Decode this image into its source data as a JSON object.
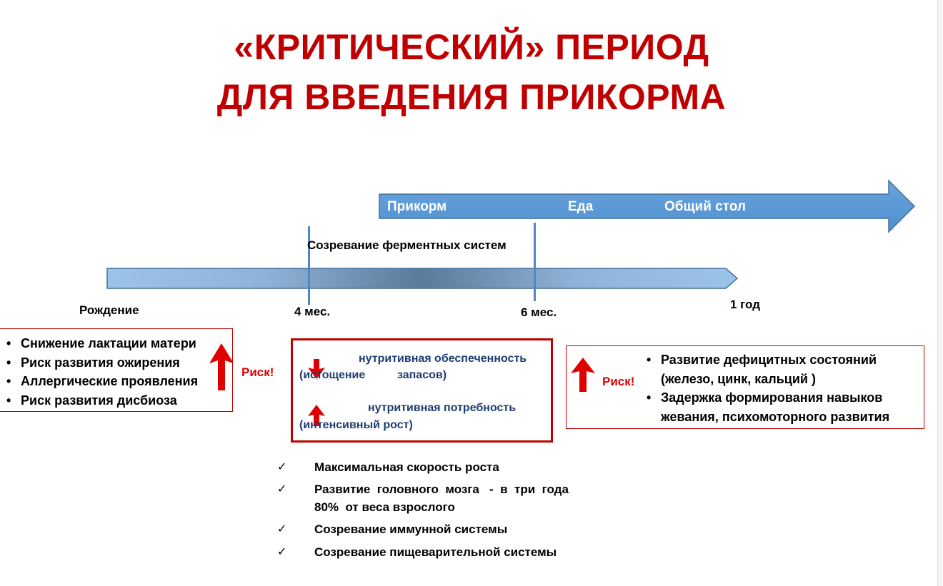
{
  "title": {
    "line1": "«КРИТИЧЕСКИЙ» ПЕРИОД",
    "line2": "ДЛЯ ВВЕДЕНИЯ ПРИКОРМА"
  },
  "feeding_arrow": {
    "labels": [
      "Прикорм",
      "Еда",
      "Общий стол"
    ],
    "color": "#5b9bd5"
  },
  "timeline": {
    "maturation_label": "Созревание ферментных систем",
    "marks": [
      "Рождение",
      "4 мес.",
      "6 мес.",
      "1 год"
    ]
  },
  "left_box": {
    "items": [
      "Снижение лактации матери",
      "Риск развития ожирения",
      "Аллергические проявления",
      "Риск развития дисбиоза"
    ],
    "risk_label": "Риск!"
  },
  "center_box": {
    "down_line1": "нутритивная обеспеченность",
    "down_line2a": "(истощение",
    "down_line2b": "запасов)",
    "up_line1": "нутритивная потребность",
    "up_line2": "(интенсивный рост)"
  },
  "right_box": {
    "risk_label": "Риск!",
    "items": [
      [
        "Развитие дефицитных состояний",
        "(железо, цинк, кальций )"
      ],
      [
        "Задержка формирования навыков",
        "жевания,  психомоторного развития"
      ]
    ]
  },
  "checklist": {
    "mark": "✓",
    "items": [
      [
        "Максимальная скорость роста"
      ],
      [
        "Развитие  головного  мозга   -  в  три  года",
        "80%  от веса взрослого"
      ],
      [
        "Созревание иммунной системы"
      ],
      [
        "Созревание пищеварительной системы"
      ]
    ]
  },
  "colors": {
    "title": "#c00000",
    "risk": "#e00000",
    "nutrition_text": "#1f3d73",
    "timeline_accent": "#4f86c6"
  }
}
